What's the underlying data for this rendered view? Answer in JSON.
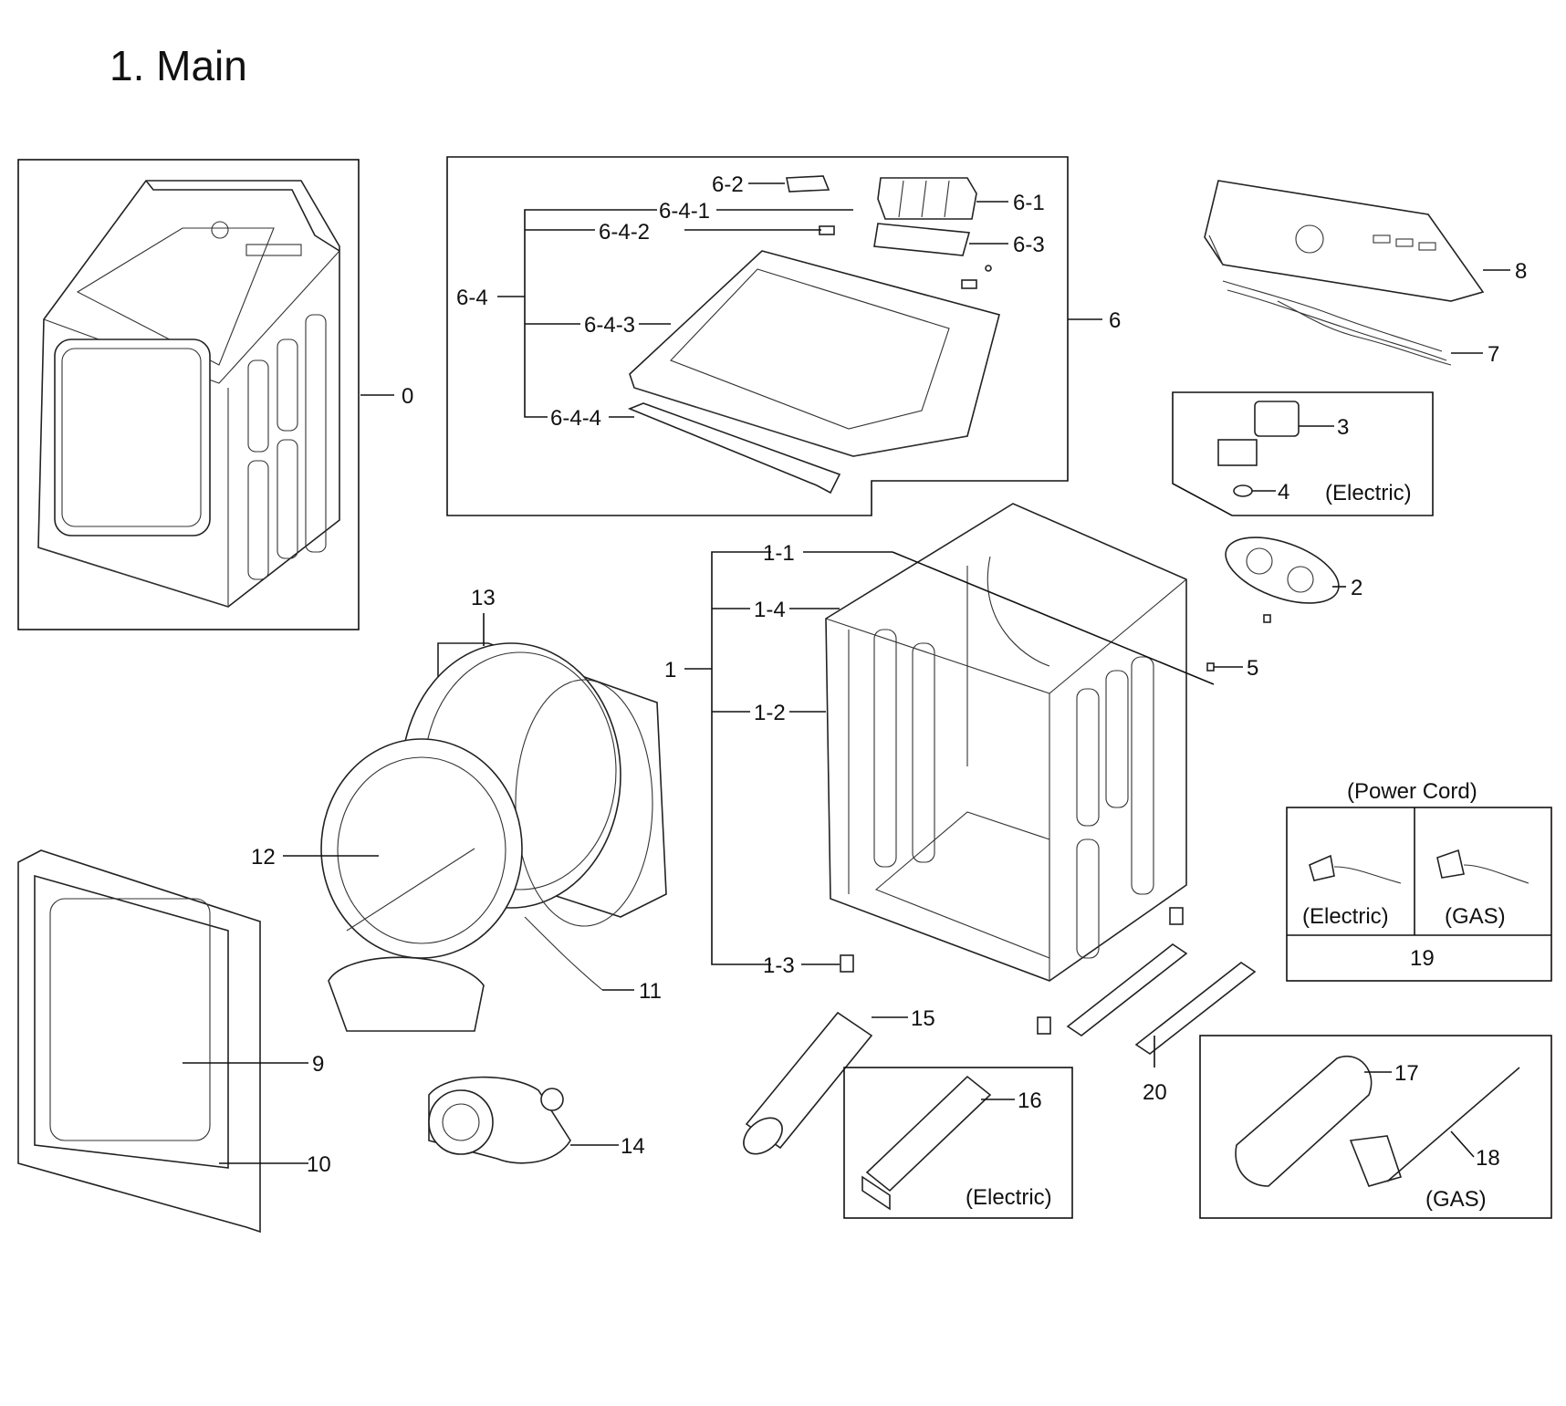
{
  "title": "1. Main",
  "callouts": {
    "c0": "0",
    "c1": "1",
    "c1_1": "1-1",
    "c1_2": "1-2",
    "c1_3": "1-3",
    "c1_4": "1-4",
    "c2": "2",
    "c3": "3",
    "c4": "4",
    "c5": "5",
    "c6": "6",
    "c6_1": "6-1",
    "c6_2": "6-2",
    "c6_3": "6-3",
    "c6_4": "6-4",
    "c6_4_1": "6-4-1",
    "c6_4_2": "6-4-2",
    "c6_4_3": "6-4-3",
    "c6_4_4": "6-4-4",
    "c7": "7",
    "c8": "8",
    "c9": "9",
    "c10": "10",
    "c11": "11",
    "c12": "12",
    "c13": "13",
    "c14": "14",
    "c15": "15",
    "c16": "16",
    "c17": "17",
    "c18": "18",
    "c19": "19",
    "c20": "20"
  },
  "notes": {
    "electric_heater_box": "(Electric)",
    "electric_filter_box": "(Electric)",
    "gas_box": "(GAS)",
    "power_cord_header": "(Power Cord)",
    "power_cord_electric": "(Electric)",
    "power_cord_gas": "(GAS)"
  }
}
